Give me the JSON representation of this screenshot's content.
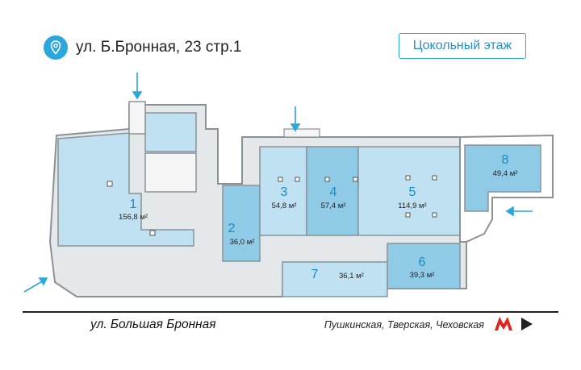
{
  "header": {
    "address": "ул. Б.Бронная, 23 стр.1",
    "location_icon": "location-pin-icon",
    "floor_label": "Цокольный этаж"
  },
  "rooms": [
    {
      "number": "1",
      "area": "156,8 м²"
    },
    {
      "number": "2",
      "area": "36,0 м²"
    },
    {
      "number": "3",
      "area": "54,8 м²"
    },
    {
      "number": "4",
      "area": "57,4 м²"
    },
    {
      "number": "5",
      "area": "114,9 м²"
    },
    {
      "number": "6",
      "area": "39,3 м²"
    },
    {
      "number": "7",
      "area": "36,1 м²"
    },
    {
      "number": "8",
      "area": "49,4 м²"
    }
  ],
  "footer": {
    "street": "ул. Большая Бронная",
    "metro_stations": "Пушкинская, Тверская, Чеховская",
    "metro_icon": "metro-m-icon",
    "arrow_icon": "play-arrow-icon"
  },
  "colors": {
    "accent": "#2aa7dc",
    "room_fill": "#bfe1f1",
    "room_fill_dark": "#8fcbe6",
    "corridor_fill": "#e4e8ea",
    "wall": "#8a9296"
  }
}
